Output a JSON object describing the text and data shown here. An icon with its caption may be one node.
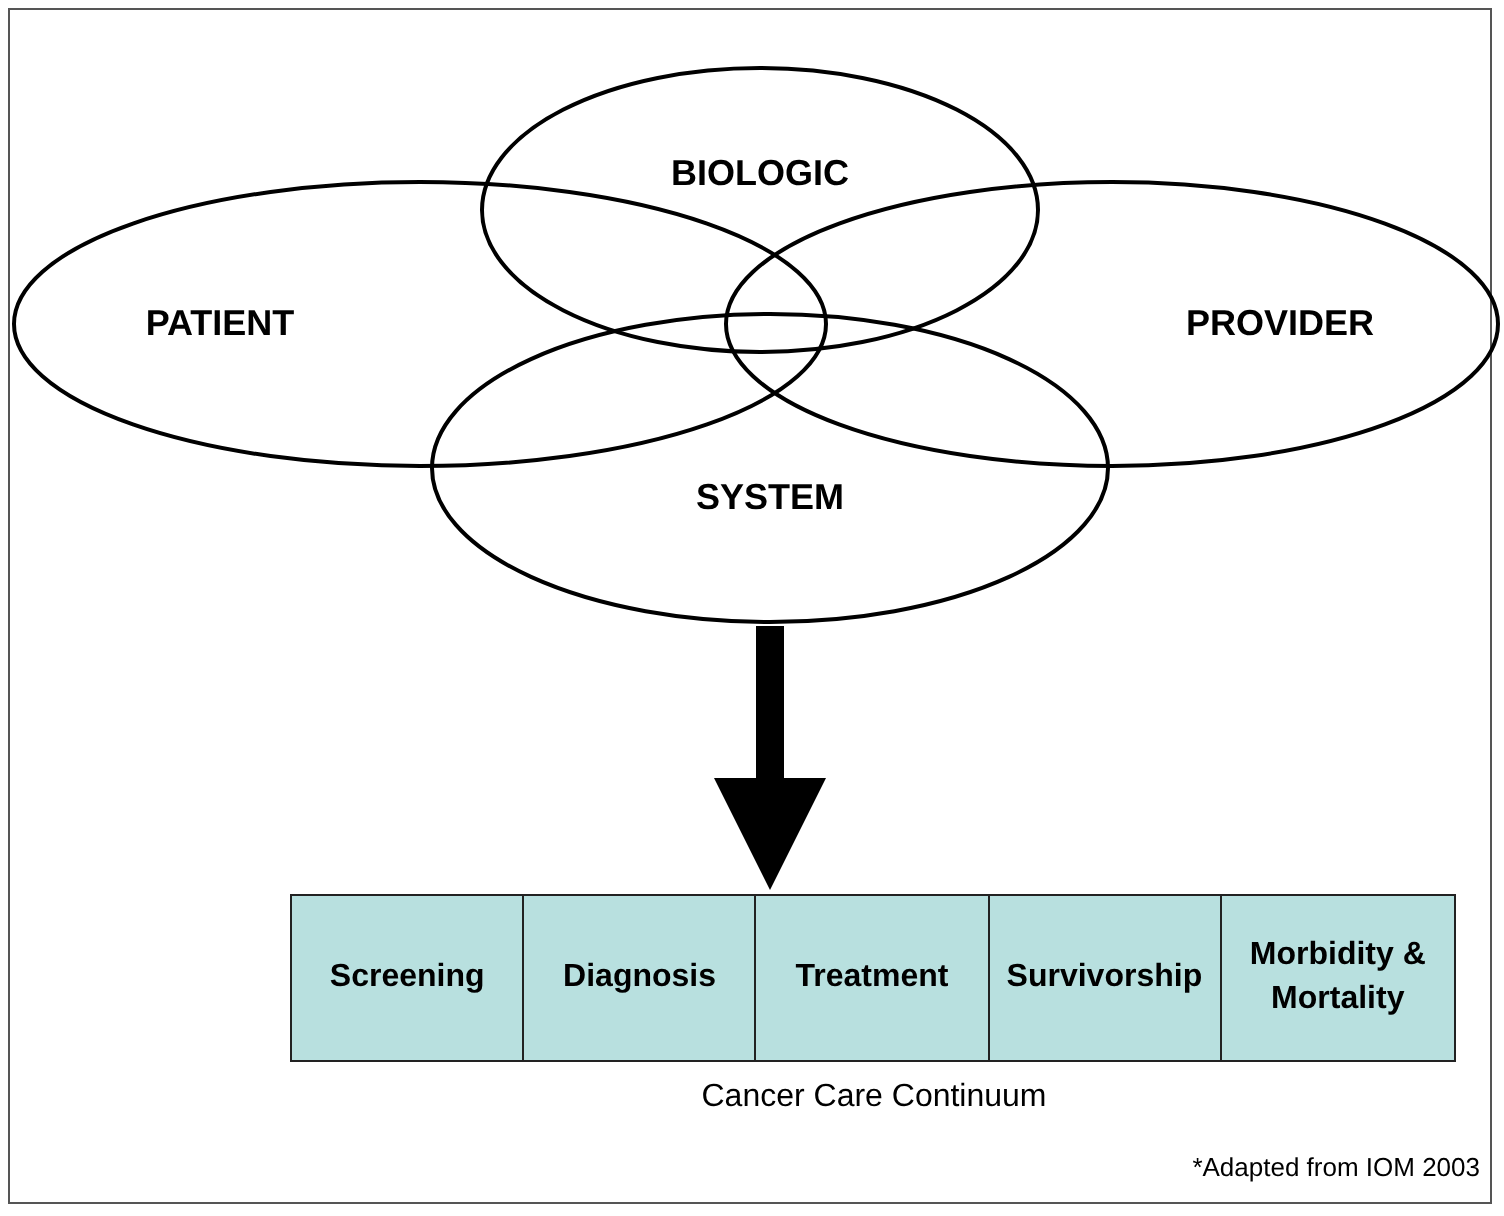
{
  "diagram": {
    "caption": "*Adapted from IOM 2003",
    "nodes": [
      {
        "text": [
          "BIOLOGIC"
        ]
      },
      {
        "text": [
          "PATIENT"
        ]
      },
      {
        "text": [
          "PROVIDER"
        ]
      },
      {
        "text": [
          "SYSTEM"
        ]
      },
      {
        "text": [
          "Cancer Care Continuum"
        ]
      },
      {
        "text": [
          "Screening"
        ],
        "in": 4
      },
      {
        "text": [
          "Diagnosis"
        ],
        "in": 4
      },
      {
        "text": [
          "Treatment"
        ],
        "in": 4
      },
      {
        "text": [
          "Survivorship"
        ],
        "in": 4
      },
      {
        "text": [
          "Morbidity & Mortality"
        ],
        "in": 4
      }
    ],
    "edges": [
      {
        "from": 3,
        "to": 4,
        "arrow": "to"
      }
    ]
  }
}
